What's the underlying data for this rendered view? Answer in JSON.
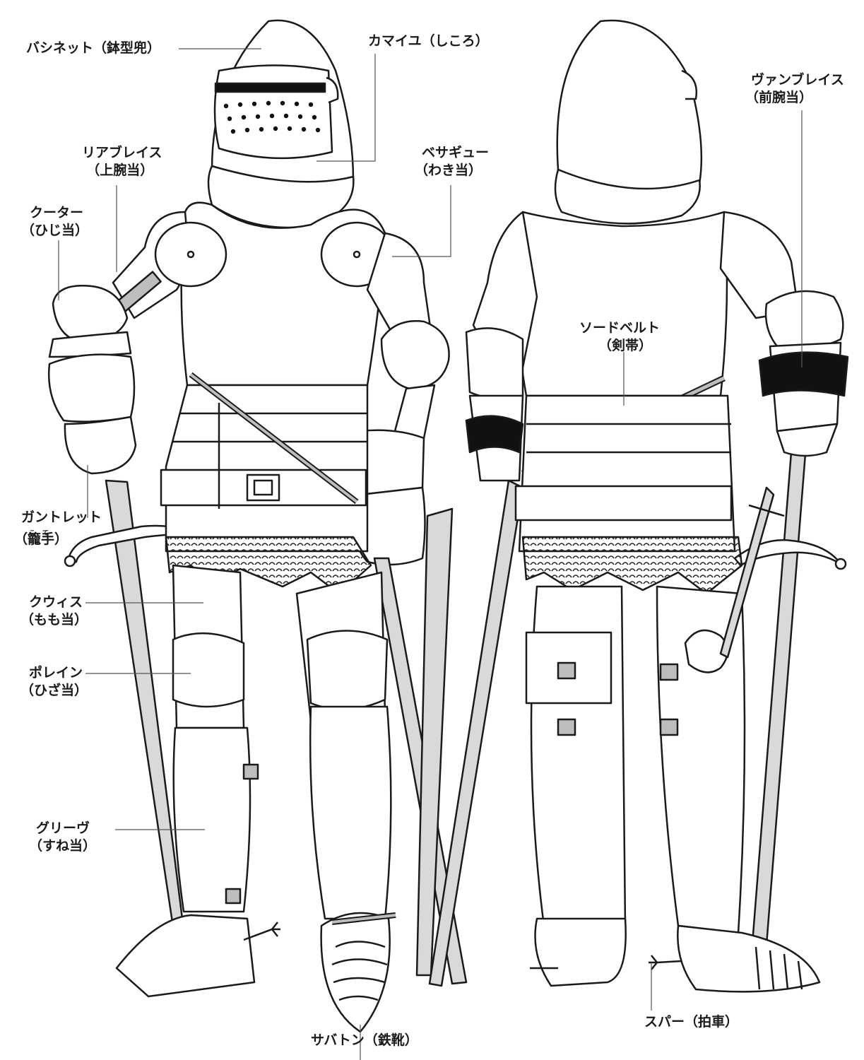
{
  "labels": {
    "bascinet": {
      "name": "バシネット",
      "note": "（鉢型兜）"
    },
    "camail": {
      "name": "カマイユ",
      "note": "（しころ）"
    },
    "rerebrace": {
      "name": "リアブレイス",
      "note": "（上腕当）"
    },
    "besague": {
      "name": "ベサギュー",
      "note": "（わき当）"
    },
    "couter": {
      "name": "クーター",
      "note": "（ひじ当）"
    },
    "vambrace": {
      "name": "ヴァンブレイス",
      "note": "（前腕当）"
    },
    "swordbelt": {
      "name": "ソードベルト",
      "note": "（剣帯）"
    },
    "gauntlet": {
      "name": "ガントレット",
      "note": "（籠手）",
      "ruby_ko": "こ",
      "ruby_te": "て"
    },
    "cuisse": {
      "name": "クウィス",
      "note": "（もも当）"
    },
    "poleyn": {
      "name": "ポレイン",
      "note": "（ひざ当）"
    },
    "greave": {
      "name": "グリーヴ",
      "note": "（すね当）"
    },
    "sabaton": {
      "name": "サバトン（鉄靴）"
    },
    "spur": {
      "name": "スパー（拍車）"
    }
  },
  "colors": {
    "ink": "#1a1a1a",
    "armor_fill": "#ffffff",
    "sword_fill": "#d9d9d9",
    "strap_fill": "#bdbdbd"
  }
}
